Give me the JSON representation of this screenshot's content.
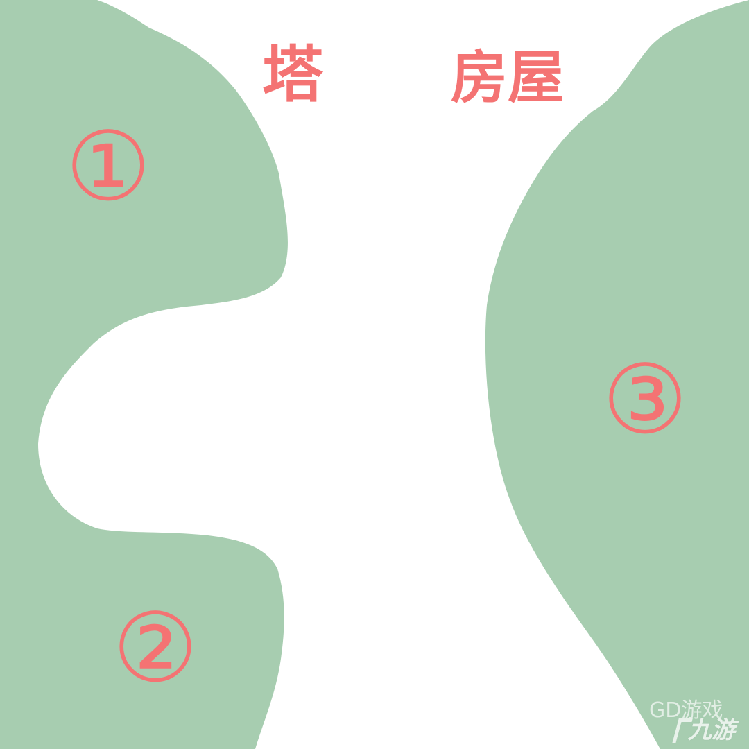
{
  "map": {
    "background_color": "#ffffff",
    "region_color": "#a7cdb0",
    "label_color": "#f47373",
    "labels": {
      "tower": "塔",
      "house": "房屋"
    },
    "markers": {
      "one": "①",
      "two": "②",
      "three": "③"
    },
    "watermark": {
      "brand": "九游",
      "logo_text": "GD游戏"
    }
  }
}
